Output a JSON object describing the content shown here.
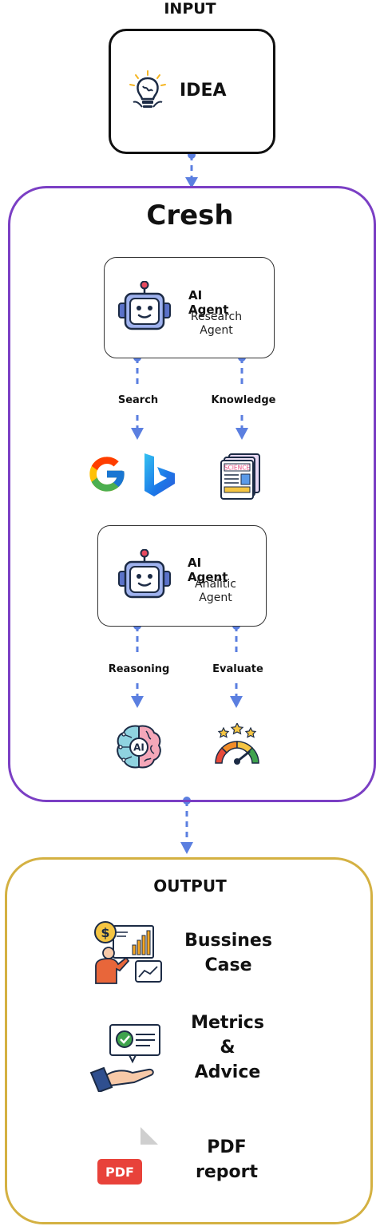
{
  "input": {
    "label": "INPUT",
    "idea_text": "IDEA"
  },
  "cresh": {
    "title": "Cresh",
    "colors": {
      "border": "#7b3fc4",
      "connector": "#5b7fe0"
    },
    "research_agent": {
      "title": "AI Agent",
      "subtitle_line1": "Research",
      "subtitle_line2": "Agent",
      "left_edge_label": "Search",
      "right_edge_label": "Knowledge",
      "left_icons": [
        "google-icon",
        "bing-icon"
      ],
      "right_icon": "science-news-icon",
      "science_badge": "SCIENCE"
    },
    "analytic_agent": {
      "title": "AI Agent",
      "subtitle_line1": "Analitic",
      "subtitle_line2": "Agent",
      "left_edge_label": "Reasoning",
      "right_edge_label": "Evaluate",
      "left_icon": "ai-brain-icon",
      "ai_badge": "AI",
      "right_icon": "rating-gauge-icon"
    }
  },
  "output": {
    "label": "OUTPUT",
    "border_color": "#d4b142",
    "items": [
      {
        "icon": "business-presentation-icon",
        "line1": "Bussines",
        "line2": "Case"
      },
      {
        "icon": "metrics-hand-icon",
        "line1": "Metrics",
        "line2": "&",
        "line3": "Advice"
      },
      {
        "icon": "pdf-file-icon",
        "pdf_badge": "PDF",
        "line1": "PDF",
        "line2": "report"
      }
    ]
  }
}
